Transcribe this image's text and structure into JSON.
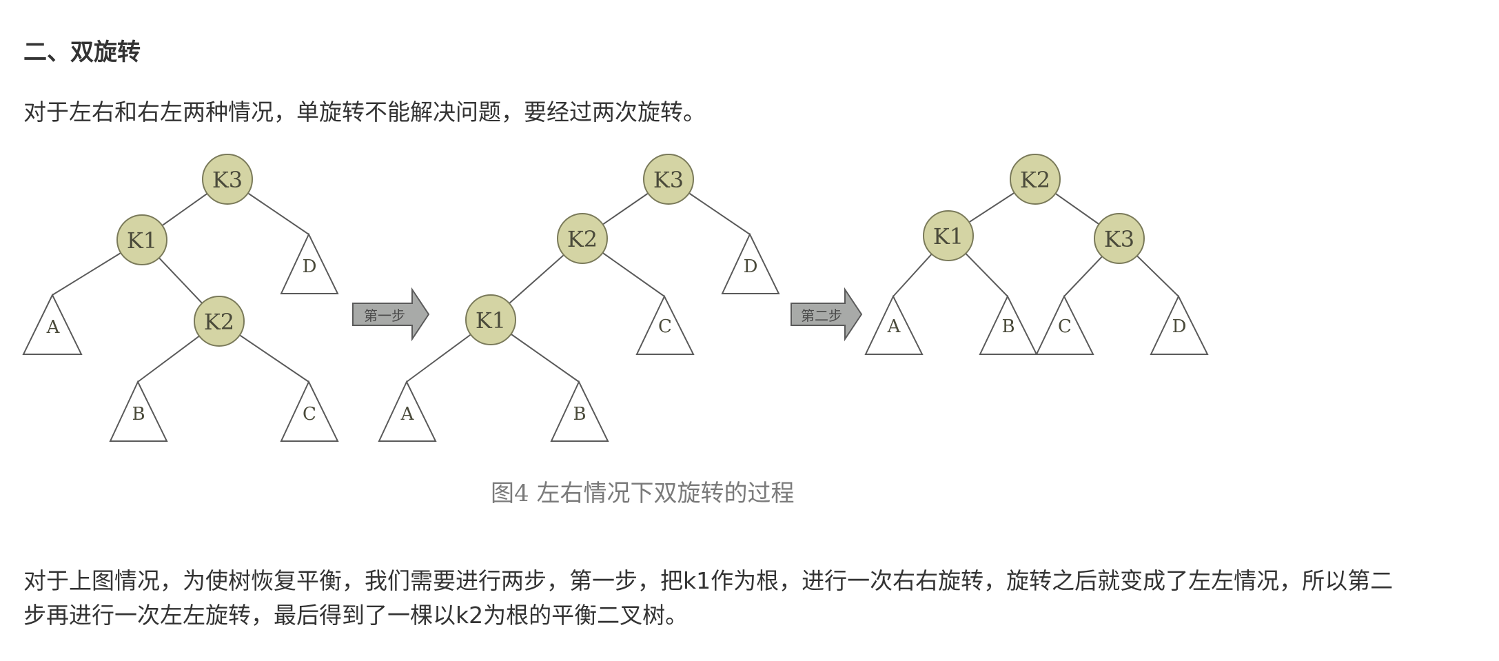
{
  "section": {
    "heading": "二、双旋转",
    "intro": "对于左右和右左两种情况，单旋转不能解决问题，要经过两次旋转。",
    "explanation_line1": "对于上图情况，为使树恢复平衡，我们需要进行两步，第一步，把k1作为根，进行一次右右旋转，旋转之后就变成了左左情况，所以第二",
    "explanation_line2": "步再进行一次左左旋转，最后得到了一棵以k2为根的平衡二叉树。"
  },
  "figure": {
    "caption": "图4  左右情况下双旋转的过程",
    "arrow1_label": "第一步",
    "arrow2_label": "第二步",
    "node_fill": "#d4d4a4",
    "node_stroke": "#7a7a5a",
    "line_color": "#5a5a5a",
    "arrow_fill": "#a8aaa8",
    "tree1": {
      "root": "K3",
      "left": "K1",
      "right_subtree": "D",
      "left_left_subtree": "A",
      "left_right": "K2",
      "k2_left_subtree": "B",
      "k2_right_subtree": "C"
    },
    "tree2": {
      "root": "K3",
      "left": "K2",
      "right_subtree": "D",
      "k2_left": "K1",
      "k2_right_subtree": "C",
      "k1_left_subtree": "A",
      "k1_right_subtree": "B"
    },
    "tree3": {
      "root": "K2",
      "left": "K1",
      "right": "K3",
      "k1_left_subtree": "A",
      "k1_right_subtree": "B",
      "k3_left_subtree": "C",
      "k3_right_subtree": "D"
    }
  }
}
